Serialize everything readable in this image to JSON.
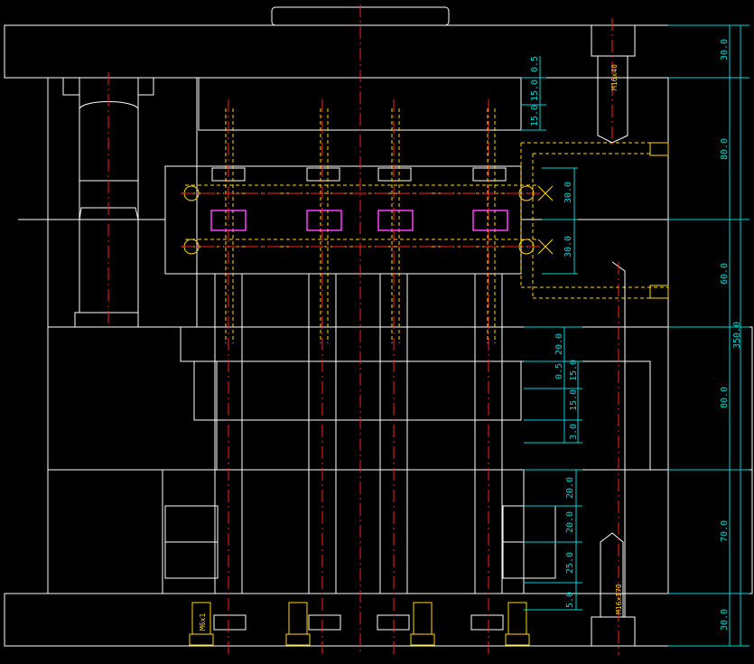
{
  "colors": {
    "background": "#000000",
    "outline": "#ffffff",
    "centerline": "#ff2020",
    "dimension": "#00d4d4",
    "hidden": "#ffd800",
    "highlight": "#ff40ff"
  },
  "dimensions": {
    "overall": "350.0",
    "right_stack": [
      "30.0",
      "80.0",
      "60.0",
      "80.0",
      "70.0",
      "30.0"
    ],
    "top_small": [
      "0.5",
      "15.0",
      "15.0"
    ],
    "side_spacing": [
      "30.0",
      "30.0"
    ],
    "mid_stack": [
      "20.0",
      "0.5",
      "15.0",
      "15.0",
      "3.0"
    ],
    "lower_stack": [
      "20.0",
      "20.0",
      "25.0",
      "5.0"
    ]
  },
  "labels": {
    "top_screw": "M16x40",
    "bottom_screw": "M16x170",
    "small_screw": "M6x1"
  }
}
